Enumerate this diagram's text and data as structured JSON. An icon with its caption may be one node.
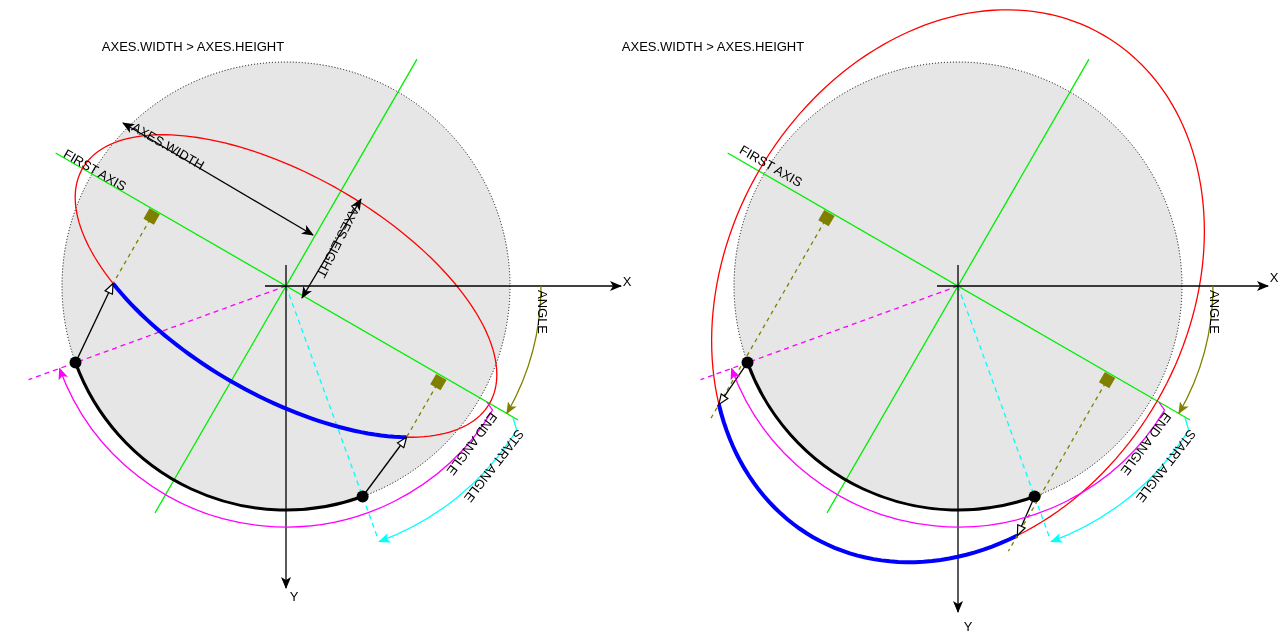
{
  "diagram": {
    "labels": [
      "AXES.WIDTH > AXES.HEIGHT",
      "AXES.WIDTH",
      "FIRST AXIS",
      "AXES.EIGHT",
      "X",
      "ANGLE",
      "END ANGLE",
      "START ANGLE",
      "Y",
      "AXES.WIDTH > AXES.HEIGHT",
      "FIRST AXIS",
      "X",
      "ANGLE",
      "END ANGLE",
      "START ANGLE",
      "Y"
    ]
  }
}
